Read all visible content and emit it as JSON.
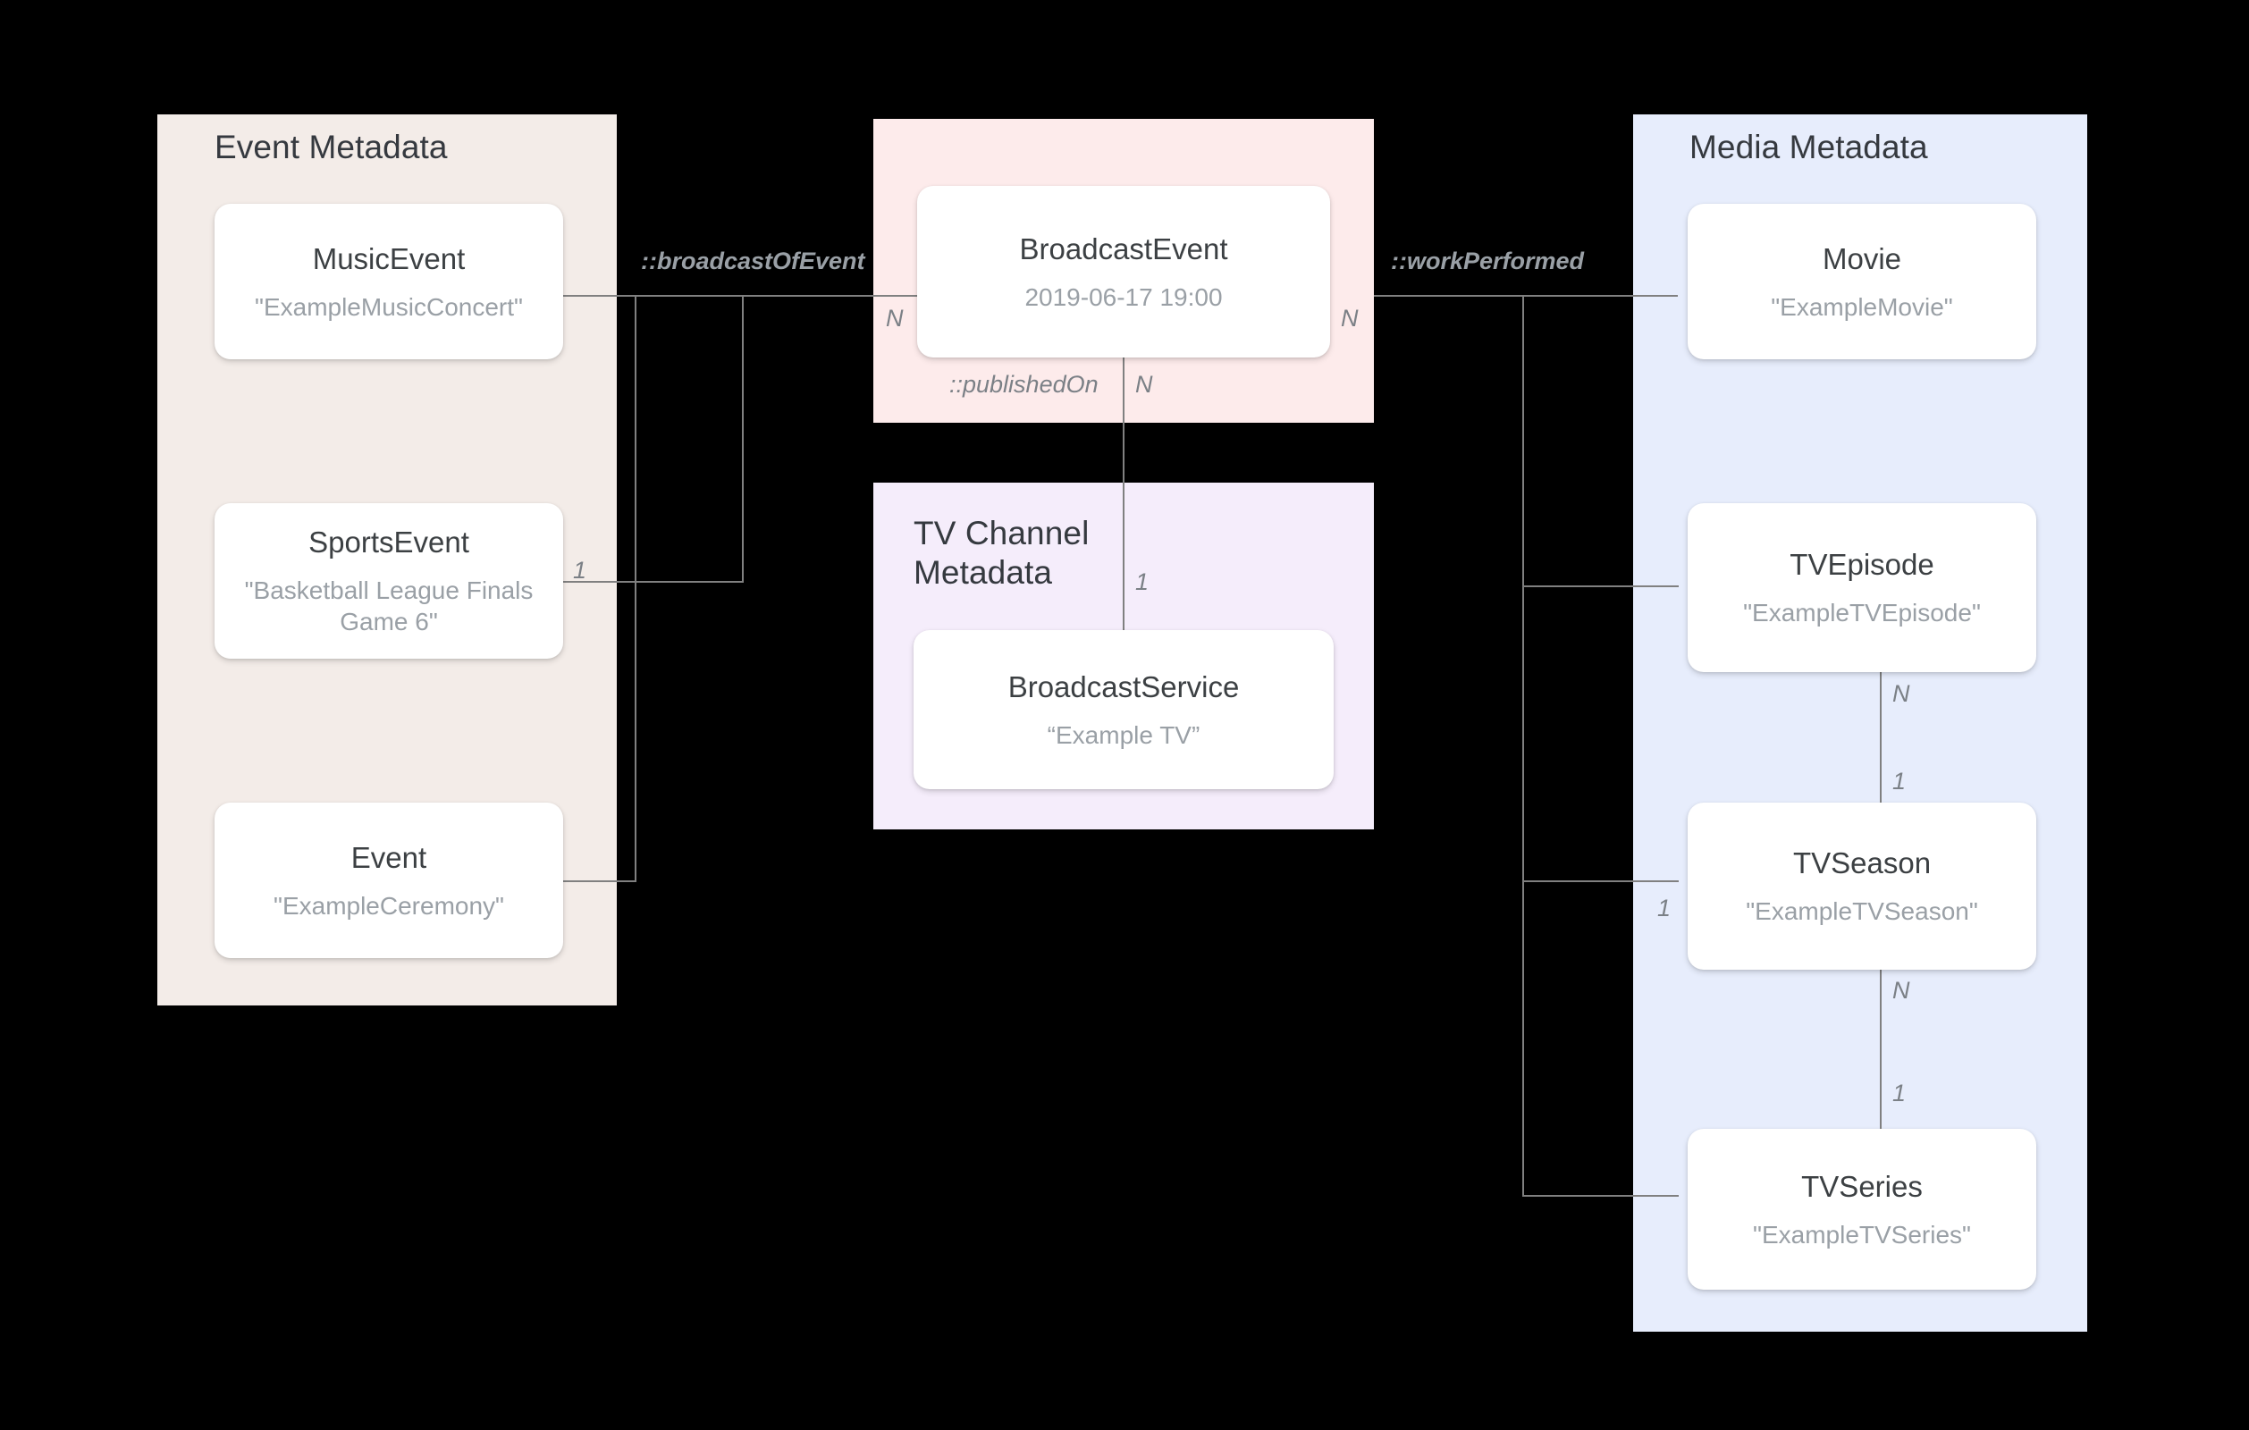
{
  "diagram": {
    "title": "Broadcast metadata entity relationship diagram",
    "background_color": "#000000",
    "line_color": "#808080"
  },
  "groups": [
    {
      "id": "event-metadata",
      "label": "Event Metadata",
      "color": "#f3ece8"
    },
    {
      "id": "broadcast-metadata",
      "label": "",
      "color": "#fdebeb"
    },
    {
      "id": "tv-channel-metadata",
      "label": "TV Channel\nMetadata",
      "color": "#f5edfb"
    },
    {
      "id": "media-metadata",
      "label": "Media Metadata",
      "color": "#e7edfc"
    }
  ],
  "entities": {
    "music_event": {
      "type": "MusicEvent",
      "value": "\"ExampleMusicConcert\""
    },
    "sports_event": {
      "type": "SportsEvent",
      "value": "\"Basketball League Finals Game 6\""
    },
    "event": {
      "type": "Event",
      "value": "\"ExampleCeremony\""
    },
    "broadcast_event": {
      "type": "BroadcastEvent",
      "value": "2019-06-17 19:00"
    },
    "broadcast_service": {
      "type": "BroadcastService",
      "value": "“Example TV”"
    },
    "movie": {
      "type": "Movie",
      "value": "\"ExampleMovie\""
    },
    "tv_episode": {
      "type": "TVEpisode",
      "value": "\"ExampleTVEpisode\""
    },
    "tv_season": {
      "type": "TVSeason",
      "value": "\"ExampleTVSeason\""
    },
    "tv_series": {
      "type": "TVSeries",
      "value": "\"ExampleTVSeries\""
    }
  },
  "relations": [
    {
      "id": "broadcast-of-event",
      "label": "::broadcastOfEvent",
      "from_card": "1",
      "to_card": "N"
    },
    {
      "id": "work-performed",
      "label": "::workPerformed",
      "from_card": "N",
      "to_card": "1"
    },
    {
      "id": "published-on",
      "label": "::publishedOn",
      "from_card": "N",
      "to_card": "1"
    }
  ],
  "cardinalities": {
    "sports_event_1": "1",
    "broadcast_event_left_N": "N",
    "broadcast_event_right_N": "N",
    "broadcast_event_bottom_N": "N",
    "broadcast_service_1": "1",
    "tv_episode_N": "N",
    "tv_season_1_top": "1",
    "tv_season_1_left": "1",
    "tv_season_N_bottom": "N",
    "tv_series_1": "1"
  }
}
